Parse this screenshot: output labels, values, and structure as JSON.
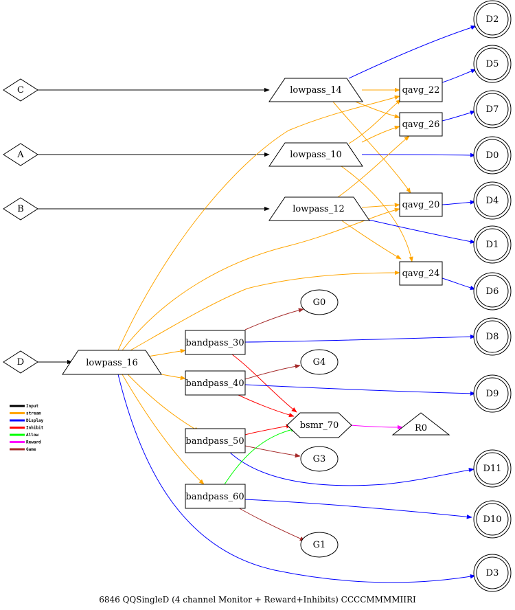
{
  "caption": "6846 QQSingleD   (4 channel Monitor + Reward+Inhibits) CCCCMMMMIIRI",
  "colors": {
    "input": "#000000",
    "stream": "#ffa500",
    "display": "#0000ff",
    "inhibit": "#ff0000",
    "allow": "#00ff00",
    "reward": "#ff00ff",
    "game": "#a52a2a"
  },
  "legend": [
    {
      "key": "input",
      "label": "Input"
    },
    {
      "key": "stream",
      "label": "stream"
    },
    {
      "key": "display",
      "label": "Display"
    },
    {
      "key": "inhibit",
      "label": "Inhibit"
    },
    {
      "key": "allow",
      "label": "Allow"
    },
    {
      "key": "reward",
      "label": "Reward"
    },
    {
      "key": "game",
      "label": "Game"
    }
  ],
  "nodes": {
    "C": "C",
    "A": "A",
    "B": "B",
    "D": "D",
    "lowpass_14": "lowpass_14",
    "lowpass_10": "lowpass_10",
    "lowpass_12": "lowpass_12",
    "lowpass_16": "lowpass_16",
    "qavg_22": "qavg_22",
    "qavg_26": "qavg_26",
    "qavg_20": "qavg_20",
    "qavg_24": "qavg_24",
    "bandpass_30": "bandpass_30",
    "bandpass_40": "bandpass_40",
    "bandpass_50": "bandpass_50",
    "bandpass_60": "bandpass_60",
    "bsmr_70": "bsmr_70",
    "R0": "R0",
    "G0": "G0",
    "G4": "G4",
    "G3": "G3",
    "G1": "G1",
    "D2": "D2",
    "D5": "D5",
    "D7": "D7",
    "D0": "D0",
    "D4": "D4",
    "D1": "D1",
    "D6": "D6",
    "D8": "D8",
    "D9": "D9",
    "D11": "D11",
    "D10": "D10",
    "D3": "D3"
  },
  "edges": [
    {
      "from": "C",
      "to": "lowpass_14",
      "type": "input"
    },
    {
      "from": "A",
      "to": "lowpass_10",
      "type": "input"
    },
    {
      "from": "B",
      "to": "lowpass_12",
      "type": "input"
    },
    {
      "from": "D",
      "to": "lowpass_16",
      "type": "input"
    },
    {
      "from": "lowpass_14",
      "to": "qavg_22",
      "type": "stream"
    },
    {
      "from": "lowpass_14",
      "to": "qavg_26",
      "type": "stream"
    },
    {
      "from": "lowpass_14",
      "to": "qavg_20",
      "type": "stream"
    },
    {
      "from": "lowpass_14",
      "to": "D2",
      "type": "display"
    },
    {
      "from": "lowpass_10",
      "to": "qavg_22",
      "type": "stream"
    },
    {
      "from": "lowpass_10",
      "to": "qavg_26",
      "type": "stream"
    },
    {
      "from": "lowpass_10",
      "to": "qavg_24",
      "type": "stream"
    },
    {
      "from": "lowpass_10",
      "to": "D0",
      "type": "display"
    },
    {
      "from": "lowpass_12",
      "to": "qavg_26",
      "type": "stream"
    },
    {
      "from": "lowpass_12",
      "to": "qavg_20",
      "type": "stream"
    },
    {
      "from": "lowpass_12",
      "to": "qavg_24",
      "type": "stream"
    },
    {
      "from": "lowpass_12",
      "to": "D1",
      "type": "display"
    },
    {
      "from": "lowpass_16",
      "to": "qavg_22",
      "type": "stream"
    },
    {
      "from": "lowpass_16",
      "to": "qavg_20",
      "type": "stream"
    },
    {
      "from": "lowpass_16",
      "to": "qavg_24",
      "type": "stream"
    },
    {
      "from": "lowpass_16",
      "to": "bandpass_30",
      "type": "stream"
    },
    {
      "from": "lowpass_16",
      "to": "bandpass_40",
      "type": "stream"
    },
    {
      "from": "lowpass_16",
      "to": "bandpass_50",
      "type": "stream"
    },
    {
      "from": "lowpass_16",
      "to": "bandpass_60",
      "type": "stream"
    },
    {
      "from": "lowpass_16",
      "to": "D3",
      "type": "display"
    },
    {
      "from": "qavg_22",
      "to": "D5",
      "type": "display"
    },
    {
      "from": "qavg_26",
      "to": "D7",
      "type": "display"
    },
    {
      "from": "qavg_20",
      "to": "D4",
      "type": "display"
    },
    {
      "from": "qavg_24",
      "to": "D6",
      "type": "display"
    },
    {
      "from": "bandpass_30",
      "to": "G0",
      "type": "game"
    },
    {
      "from": "bandpass_30",
      "to": "D8",
      "type": "display"
    },
    {
      "from": "bandpass_30",
      "to": "bsmr_70",
      "type": "inhibit"
    },
    {
      "from": "bandpass_40",
      "to": "G4",
      "type": "game"
    },
    {
      "from": "bandpass_40",
      "to": "D9",
      "type": "display"
    },
    {
      "from": "bandpass_40",
      "to": "bsmr_70",
      "type": "inhibit"
    },
    {
      "from": "bandpass_50",
      "to": "bsmr_70",
      "type": "inhibit"
    },
    {
      "from": "bandpass_50",
      "to": "G3",
      "type": "game"
    },
    {
      "from": "bandpass_50",
      "to": "D11",
      "type": "display"
    },
    {
      "from": "bandpass_60",
      "to": "bsmr_70",
      "type": "allow"
    },
    {
      "from": "bandpass_60",
      "to": "D10",
      "type": "display"
    },
    {
      "from": "bandpass_60",
      "to": "G1",
      "type": "game"
    },
    {
      "from": "bsmr_70",
      "to": "R0",
      "type": "reward"
    }
  ]
}
